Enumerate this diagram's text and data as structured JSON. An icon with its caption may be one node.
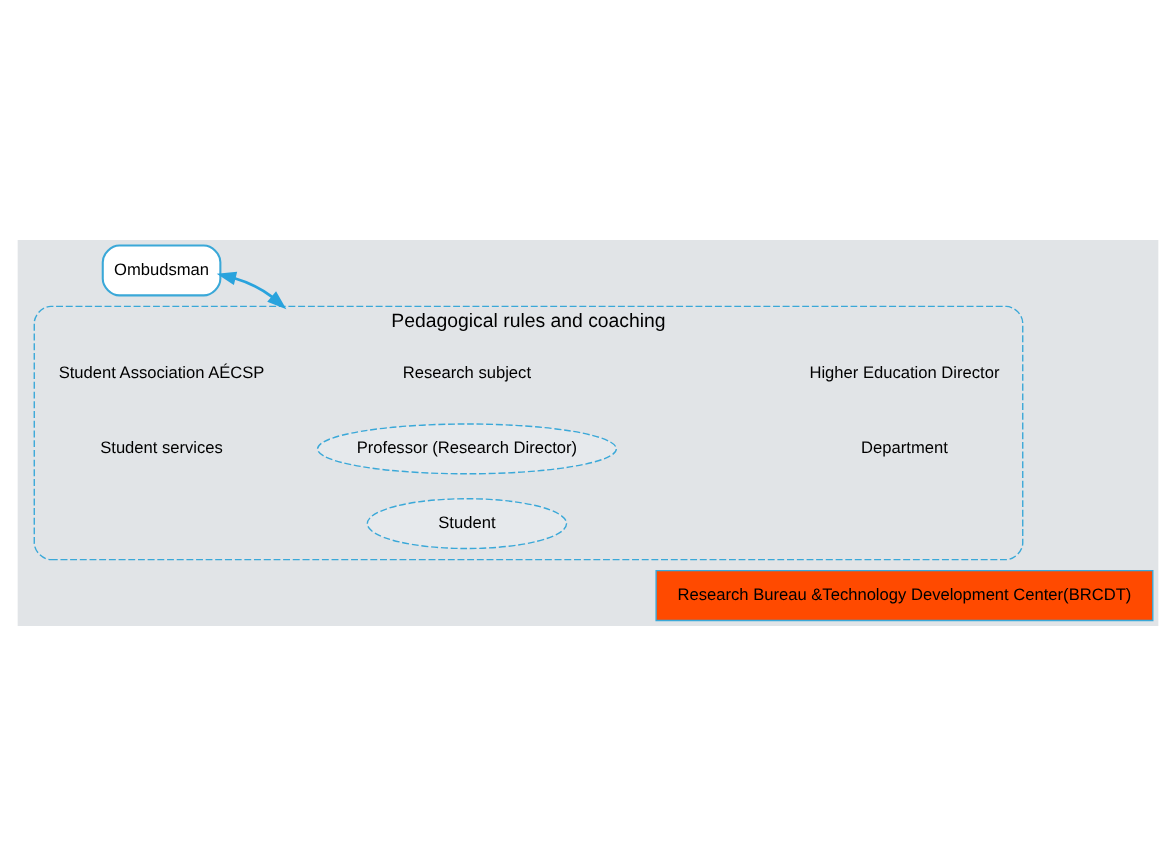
{
  "diagram": {
    "nodes": [
      {
        "text": [
          "Ombudsman"
        ]
      },
      {
        "text": [
          "Pedagogical rules and coaching"
        ]
      },
      {
        "text": [
          "Professor (Research Director)"
        ],
        "in": 1
      },
      {
        "text": [
          "Student"
        ],
        "in": 1
      },
      {
        "text": [
          "Research Bureau &Technology Development Center(BRCDT)"
        ]
      }
    ],
    "edges": [
      {
        "from": 0,
        "to": 1,
        "arrow": "both"
      }
    ],
    "labels": [
      "Student services",
      "Department",
      "Research subject",
      "Student Association AÉCSP",
      "Higher Education Director"
    ]
  }
}
